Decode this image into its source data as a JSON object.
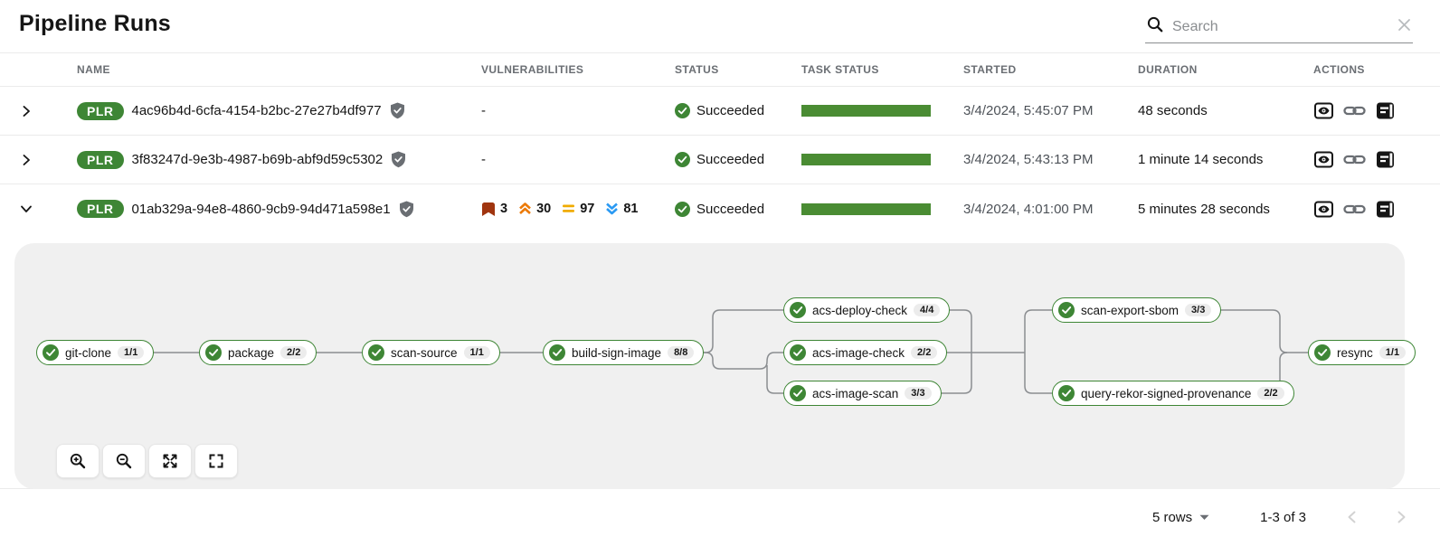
{
  "title": "Pipeline Runs",
  "search": {
    "placeholder": "Search"
  },
  "columns": {
    "name": "NAME",
    "vulnerabilities": "VULNERABILITIES",
    "status": "STATUS",
    "task_status": "TASK STATUS",
    "started": "STARTED",
    "duration": "DURATION",
    "actions": "ACTIONS"
  },
  "rows": [
    {
      "badge": "PLR",
      "name": "4ac96b4d-6cfa-4154-b2bc-27e27b4df977",
      "vulnerabilities": "-",
      "status": "Succeeded",
      "started": "3/4/2024, 5:45:07 PM",
      "duration": "48 seconds"
    },
    {
      "badge": "PLR",
      "name": "3f83247d-9e3b-4987-b69b-abf9d59c5302",
      "vulnerabilities": "-",
      "status": "Succeeded",
      "started": "3/4/2024, 5:43:13 PM",
      "duration": "1 minute 14 seconds"
    },
    {
      "badge": "PLR",
      "name": "01ab329a-94e8-4860-9cb9-94d471a598e1",
      "vulns": {
        "critical": "3",
        "high": "30",
        "medium": "97",
        "low": "81"
      },
      "status": "Succeeded",
      "started": "3/4/2024, 4:01:00 PM",
      "duration": "5 minutes 28 seconds"
    }
  ],
  "pipeline": {
    "nodes": [
      {
        "label": "git-clone",
        "badge": "1/1"
      },
      {
        "label": "package",
        "badge": "2/2"
      },
      {
        "label": "scan-source",
        "badge": "1/1"
      },
      {
        "label": "build-sign-image",
        "badge": "8/8"
      },
      {
        "label": "acs-deploy-check",
        "badge": "4/4"
      },
      {
        "label": "acs-image-check",
        "badge": "2/2"
      },
      {
        "label": "acs-image-scan",
        "badge": "3/3"
      },
      {
        "label": "scan-export-sbom",
        "badge": "3/3"
      },
      {
        "label": "query-rekor-signed-provenance",
        "badge": "2/2"
      },
      {
        "label": "resync",
        "badge": "1/1"
      }
    ]
  },
  "footer": {
    "rows_per_page": "5 rows",
    "range_label": "1-3 of 3"
  },
  "colors": {
    "badge_green": "#3e8635",
    "success_green": "#3e8635",
    "task_bar_green": "#4a8c33",
    "critical": "#a0350f",
    "high": "#ec7a08",
    "medium": "#f0ab00",
    "low": "#2b9af3",
    "edge_gray": "#8a8d90",
    "panel_gray": "#f0f0f0"
  }
}
